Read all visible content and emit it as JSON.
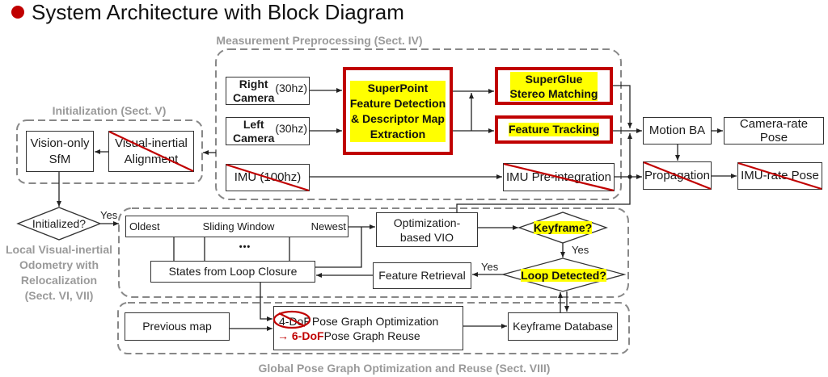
{
  "title": {
    "text": "System Architecture with Block Diagram",
    "bullet_color": "#c00000"
  },
  "colors": {
    "accent_red": "#c00000",
    "highlight": "#ffff00",
    "group_label_gray": "#9a9a9a",
    "dashed_border_gray": "#888888"
  },
  "groups": {
    "measurement": "Measurement Preprocessing (Sect. IV)",
    "initialization": "Initialization (Sect. V)",
    "local_vio": "Local Visual-inertial\nOdometry with\nRelocalization\n(Sect. VI, VII)",
    "global": "Global Pose Graph Optimization and Reuse  (Sect. VIII)"
  },
  "blocks": {
    "right_camera": {
      "name": "Right\nCamera",
      "rate": "(30hz)"
    },
    "left_camera": {
      "name": "Left\nCamera",
      "rate": "(30hz)"
    },
    "imu": {
      "label": "IMU (100hz)",
      "crossed_out": true
    },
    "superpoint": {
      "label": "SuperPoint\nFeature Detection\n& Descriptor Map\nExtraction",
      "highlighted": true
    },
    "superglue": {
      "label": "SuperGlue\nStereo Matching",
      "highlighted": true
    },
    "feature_tracking": {
      "label": "Feature Tracking",
      "highlighted": true
    },
    "imu_preintegration": {
      "label": "IMU Pre-integration",
      "crossed_out": true
    },
    "motion_ba": {
      "label": "Motion BA"
    },
    "camera_rate_pose": {
      "label": "Camera-rate Pose"
    },
    "propagation": {
      "label": "Propagation",
      "crossed_out": true
    },
    "imu_rate_pose": {
      "label": "IMU-rate Pose",
      "crossed_out": true
    },
    "vision_only_sfm": {
      "label": "Vision-only\nSfM"
    },
    "visual_inertial_alignment": {
      "label": "Visual-inertial\nAlignment",
      "crossed_out": true
    },
    "sliding_window": {
      "oldest": "Oldest",
      "title": "Sliding Window",
      "newest": "Newest",
      "ellipsis": "•••"
    },
    "states_from_loop_closure": {
      "label": "States from Loop Closure"
    },
    "optimization_vio": {
      "label": "Optimization-\nbased VIO"
    },
    "feature_retrieval": {
      "label": "Feature Retrieval"
    },
    "previous_map": {
      "label": "Previous map"
    },
    "pose_graph": {
      "old_dof": "4-DoF",
      "line1": "Pose Graph Optimization",
      "arrow": "→",
      "new_dof": "6-DoF",
      "line2": "Pose Graph Reuse"
    },
    "keyframe_database": {
      "label": "Keyframe Database"
    }
  },
  "decisions": {
    "initialized": "Initialized?",
    "keyframe": "Keyframe?",
    "loop_detected": "Loop Detected?"
  },
  "edge_labels": {
    "initialized_yes": "Yes",
    "keyframe_yes": "Yes",
    "loop_yes": "Yes"
  }
}
